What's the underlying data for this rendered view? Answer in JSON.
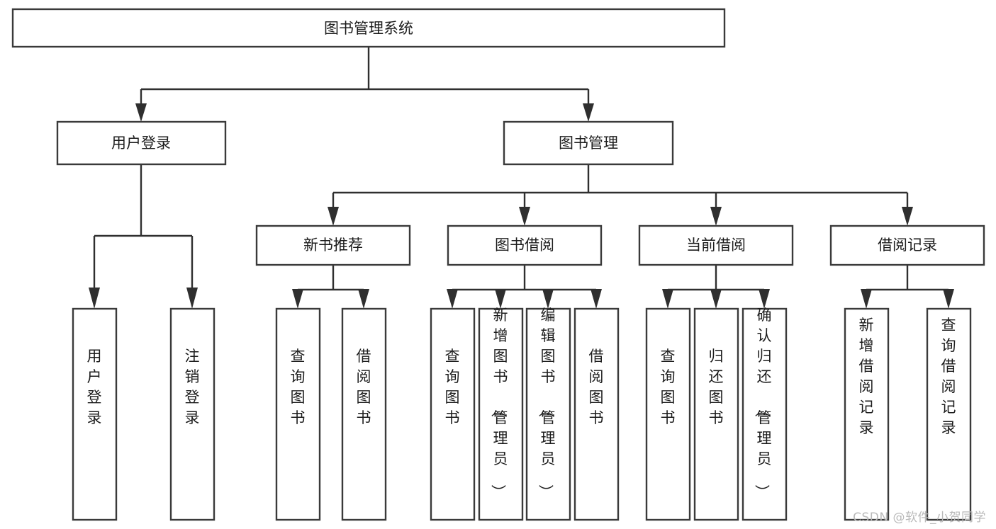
{
  "diagram": {
    "title": "图书管理系统",
    "type": "tree-hierarchy",
    "watermark": "CSDN @软件_小贺同学",
    "colors": {
      "box_stroke": "#3a3a3a",
      "box_fill": "#ffffff",
      "connector": "#2f2f2f",
      "text": "#1c1c1c",
      "watermark": "#b9b9b9",
      "background": "#ffffff"
    },
    "root": {
      "label": "图书管理系统",
      "orientation": "horizontal"
    },
    "level2": [
      {
        "label": "用户登录",
        "orientation": "horizontal"
      },
      {
        "label": "图书管理",
        "orientation": "horizontal"
      }
    ],
    "level3": [
      {
        "label": "新书推荐",
        "orientation": "horizontal"
      },
      {
        "label": "图书借阅",
        "orientation": "horizontal"
      },
      {
        "label": "当前借阅",
        "orientation": "horizontal"
      },
      {
        "label": "借阅记录",
        "orientation": "horizontal"
      }
    ],
    "leaves": {
      "user_login": [
        {
          "label": "用户登录",
          "orientation": "vertical"
        },
        {
          "label": "注销登录",
          "orientation": "vertical"
        }
      ],
      "new_book_recommend": [
        {
          "label": "查询图书",
          "orientation": "vertical"
        },
        {
          "label": "借阅图书",
          "orientation": "vertical"
        }
      ],
      "book_borrow": [
        {
          "label": "查询图书",
          "orientation": "vertical"
        },
        {
          "label": "新增图书（管理员）",
          "orientation": "vertical"
        },
        {
          "label": "编辑图书（管理员）",
          "orientation": "vertical"
        },
        {
          "label": "借阅图书",
          "orientation": "vertical"
        }
      ],
      "current_borrow": [
        {
          "label": "查询图书",
          "orientation": "vertical"
        },
        {
          "label": "归还图书",
          "orientation": "vertical"
        },
        {
          "label": "确认归还（管理员）",
          "orientation": "vertical"
        }
      ],
      "borrow_record": [
        {
          "label": "新增借阅记录",
          "orientation": "vertical"
        },
        {
          "label": "查询借阅记录",
          "orientation": "vertical"
        }
      ]
    }
  }
}
